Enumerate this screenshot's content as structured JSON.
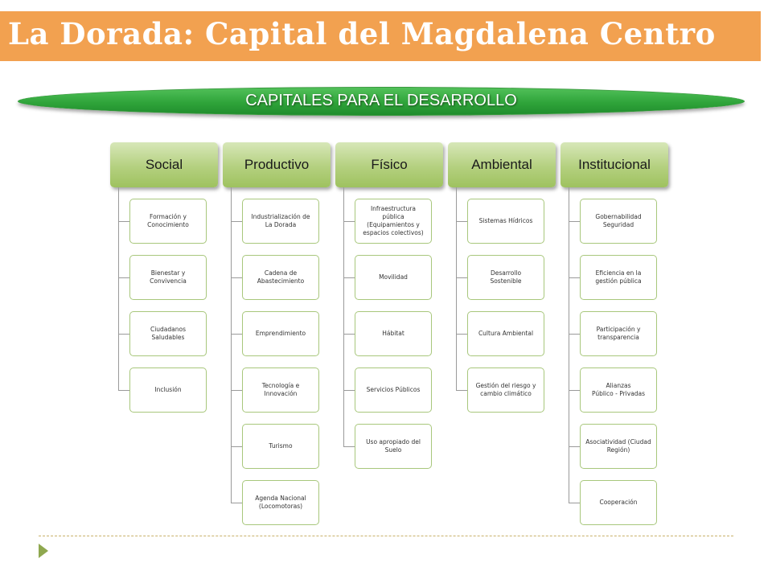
{
  "title": "La Dorada: Capital del Magdalena Centro",
  "banner": "CAPITALES PARA EL DESARROLLO",
  "columns": [
    {
      "name": "Social",
      "items": [
        "Formación y\nConocimiento",
        "Bienestar y\nConvivencia",
        "Ciudadanos\nSaludables",
        "Inclusión"
      ]
    },
    {
      "name": "Productivo",
      "items": [
        "Industrialización de\nLa Dorada",
        "Cadena de\nAbastecimiento",
        "Emprendimiento",
        "Tecnología e\nInnovación",
        "Turismo",
        "Agenda Nacional\n(Locomotoras)"
      ]
    },
    {
      "name": "Físico",
      "items": [
        "Infraestructura\npública\n(Equipamientos y\nespacios colectivos)",
        "Movilidad",
        "Hábitat",
        "Servicios Públicos",
        "Uso apropiado del\nSuelo"
      ]
    },
    {
      "name": "Ambiental",
      "items": [
        "Sistemas Hídricos",
        "Desarrollo\nSostenible",
        "Cultura Ambiental",
        "Gestión del riesgo y\ncambio climático"
      ]
    },
    {
      "name": "Institucional",
      "items": [
        "Gobernabilidad\nSeguridad",
        "Eficiencia en la\ngestión pública",
        "Participación y\ntransparencia",
        "Alianzas\nPúblico - Privadas",
        "Asociatividad (Ciudad\nRegión)",
        "Cooperación"
      ]
    }
  ]
}
